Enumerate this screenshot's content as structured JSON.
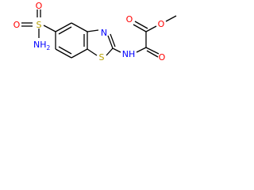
{
  "molecule": {
    "atoms": {
      "o_ester": "O",
      "o_carbonyl_1": "O",
      "o_carbonyl_2": "O",
      "n_ring": "N",
      "s_ring": "S",
      "nh_text": "NH",
      "s_sulfonyl": "S",
      "o_sulfonyl_1": "O",
      "o_sulfonyl_2": "O",
      "nh2_n": "NH",
      "nh2_sub": "2"
    },
    "colors": {
      "bond": "#000000",
      "oxygen": "#ff0000",
      "nitrogen": "#0000ff",
      "sulfur": "#b8a000"
    }
  }
}
